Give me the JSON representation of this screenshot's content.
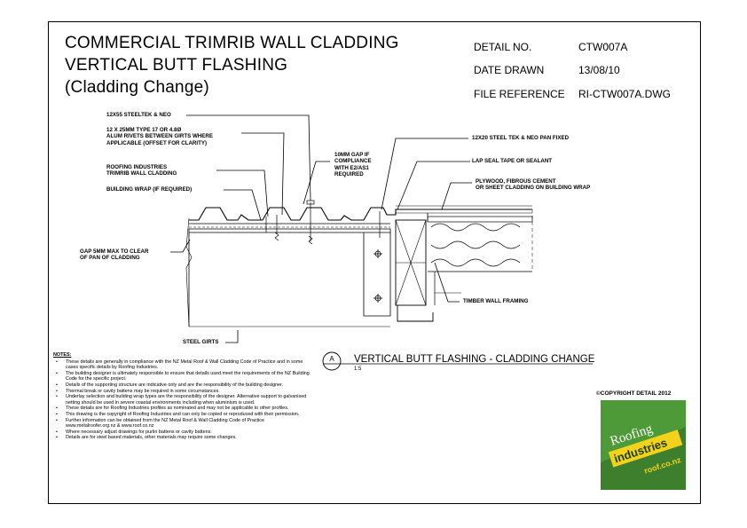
{
  "title": {
    "line1": "COMMERCIAL TRIMRIB WALL CLADDING",
    "line2": "VERTICAL BUTT FLASHING",
    "line3": "(Cladding Change)"
  },
  "meta": {
    "detail_no_label": "DETAIL NO.",
    "detail_no_value": "CTW007A",
    "date_label": "DATE DRAWN",
    "date_value": "13/08/10",
    "file_label": "FILE REFERENCE",
    "file_value": "RI-CTW007A.DWG"
  },
  "callouts": {
    "steeltek": "12x55 STEELTEK & NEO",
    "rivets": "12 x 25mm TYPE 17 OR 4.8Ø\nALUM RIVETS BETWEEN GIRTS WHERE\nAPPLICABLE (offset for clarity)",
    "roofing": "ROOFING INDUSTRIES\nTRIMRIB WALL CLADDING",
    "wrap": "BUILDING WRAP (IF REQUIRED)",
    "gap_10": "10mm GAP IF\nCOMPLIANCE\nWITH E2/AS1\nREQUIRED",
    "pan_fixed": "12x20 STEEL TEK & NEO PAN FIXED",
    "lap_seal": "LAP SEAL TAPE OR SEALANT",
    "plywood": "PLYWOOD, FIBROUS CEMENT\nOR SHEET CLADDING ON BUILDING WRAP",
    "gap_5": "GAP 5mm MAX TO CLEAR\nOF PAN OF CLADDING",
    "timber": "TIMBER WALL FRAMING",
    "girts": "STEEL GIRTS"
  },
  "detail": {
    "marker": "A",
    "title": "VERTICAL BUTT FLASHING - CLADDING CHANGE",
    "scale": "1:5"
  },
  "notes": {
    "heading": "NOTES:",
    "items": [
      "These details are generally in compliance with the NZ Metal Roof & Wall Cladding Code of Practice and in some cases specific details by Roofing Industries.",
      "The building designer is ultimately responsible to ensure that details used meet the requirements of the NZ Building Code for the specific project.",
      "Details of the supporting structure are indicative only and are the responsibility of the building designer.",
      "Thermal break or cavity battens may be required in some circumstances.",
      "Underlay selection and building wrap types are the responsibility of the designer. Alternative support to galvanised netting should be used in severe coastal environments including when aluminium is used.",
      "These details are for Roofing Industries profiles as nominated and may not be applicable to other profiles.",
      "This drawing is the copyright of Roofing Industries and can only be copied or reproduced with their permission.",
      "Further information can be obtained from the NZ Metal Roof & Wall Cladding Code of Practice www.metalroofer.org.nz & www.roof.co.nz",
      "Where necessary adjust drawings for purlin battens or cavity battens.",
      "Details are for steel based materials, other materials may require some changes."
    ]
  },
  "copyright": "©COPYRIGHT DETAIL 2012",
  "logo": {
    "word1": "Roofing",
    "word2": "industries",
    "url": "roof.co.nz"
  },
  "colors": {
    "logo_green": "#3d7f2c",
    "logo_yellow": "#f2d21b",
    "logo_dark": "#1b3e1a"
  }
}
